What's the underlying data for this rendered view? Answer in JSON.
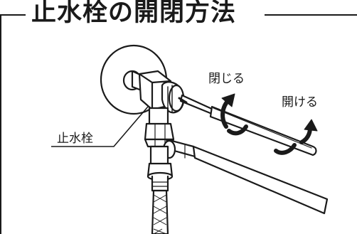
{
  "title": "止水栓の開閉方法",
  "labels": {
    "close": "閉じる",
    "open": "開ける",
    "valve": "止水栓"
  },
  "colors": {
    "ink": "#1a1a1a",
    "paper": "#ffffff"
  }
}
